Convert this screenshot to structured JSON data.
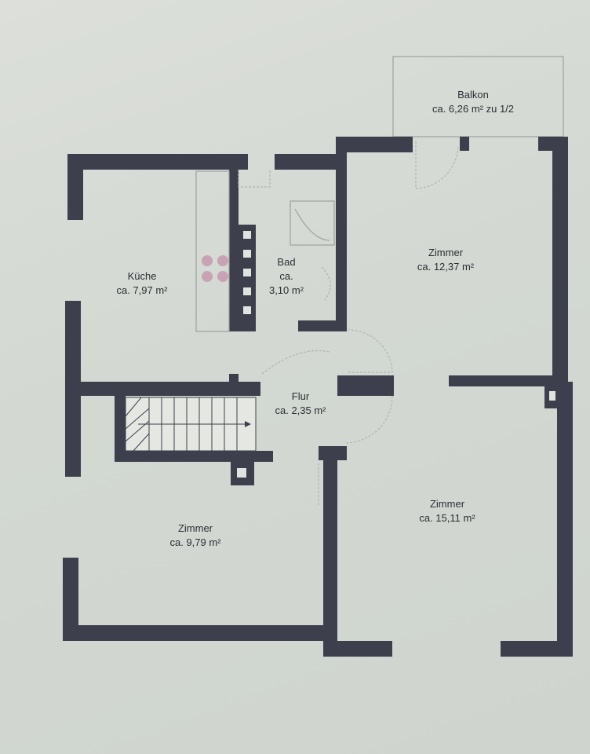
{
  "rooms": {
    "balkon": {
      "name": "Balkon",
      "area": "ca. 6,26 m² zu 1/2"
    },
    "zimmer1": {
      "name": "Zimmer",
      "area": "ca. 12,37 m²"
    },
    "kueche": {
      "name": "Küche",
      "area": "ca. 7,97 m²"
    },
    "bad": {
      "name": "Bad",
      "area_prefix": "ca.",
      "area": "3,10 m²"
    },
    "flur": {
      "name": "Flur",
      "area": "ca. 2,35 m²"
    },
    "zimmer2": {
      "name": "Zimmer",
      "area": "ca. 15,11 m²"
    },
    "zimmer3": {
      "name": "Zimmer",
      "area": "ca. 9,79 m²"
    }
  },
  "colors": {
    "wall": "#3e3f4c",
    "paper": "#d6dad5",
    "hob": "#c9a3b4"
  }
}
